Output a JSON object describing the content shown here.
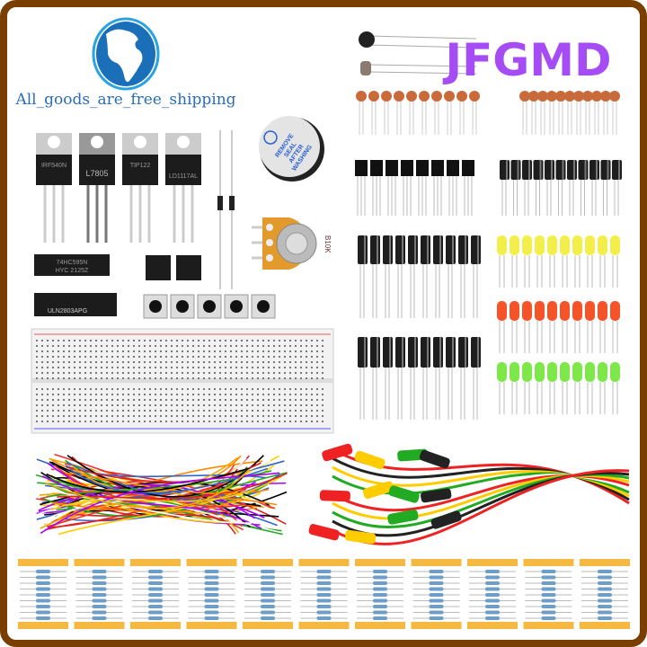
{
  "shop": {
    "slogan": "All_goods_are_free_shipping",
    "brand": "JFGMD",
    "icon": "globe-icon"
  },
  "colors": {
    "frame": "#7a3e00",
    "brand": "#a64cf4",
    "globe": "#1a6fb8",
    "slogan": "#2a6db5"
  },
  "components": {
    "regulators": [
      "IRF540N",
      "L7805",
      "TIP122",
      "LD1117AL"
    ],
    "ic_dip16": [
      "74HC595N",
      "HYC 2125Z"
    ],
    "ic_dip18": "ULN2803APG",
    "buzzer_label": [
      "REMOVE",
      "SEAL",
      "AFTER",
      "WASHING"
    ],
    "potentiometer_label": "B10K"
  }
}
